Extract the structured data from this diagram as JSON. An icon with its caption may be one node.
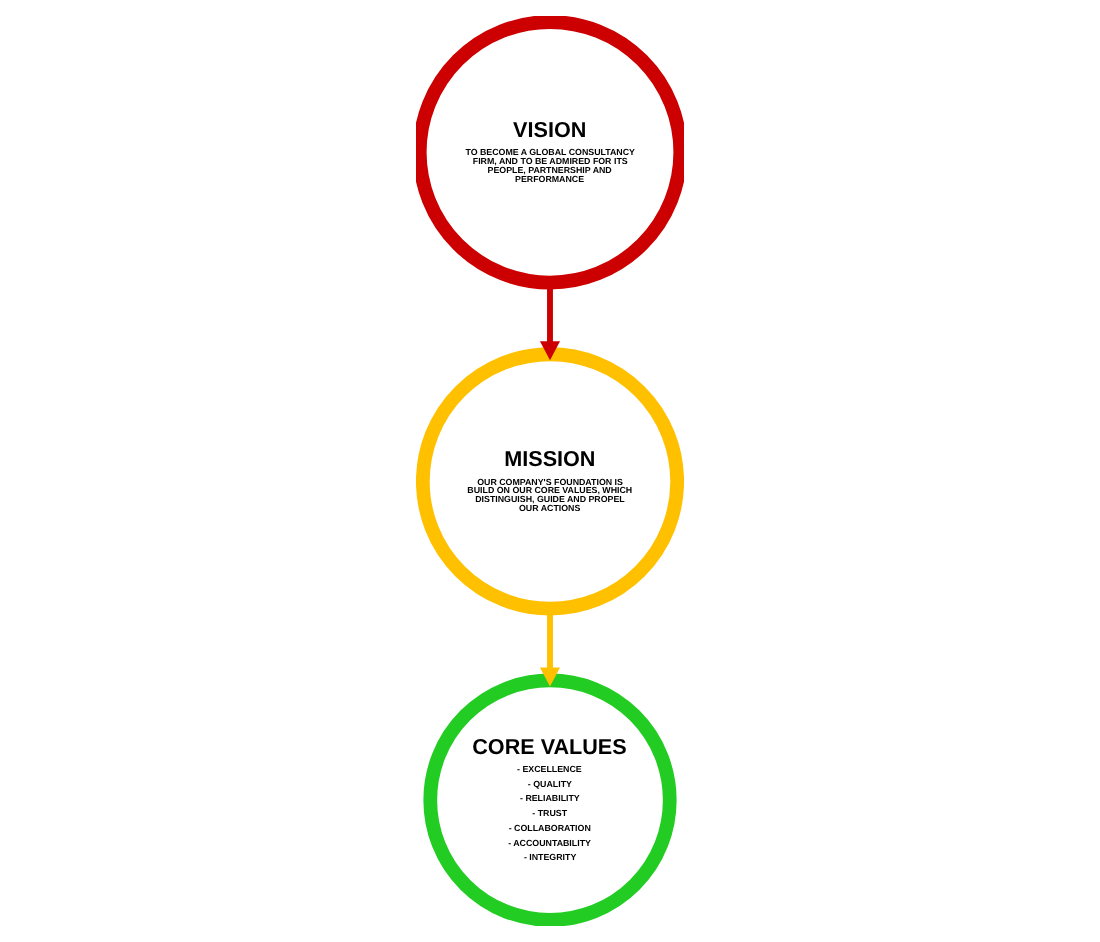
{
  "diagram": {
    "nodes": [
      {
        "text": [
          "VISION",
          "TO BECOME A GLOBAL CONSULTANCY FIRM, AND TO BE ADMIRED FOR ITS PEOPLE, PARTNERSHIP AND PERFORMANCE"
        ]
      },
      {
        "text": [
          "MISSION",
          "OUR COMPANY'S FOUNDATION IS BUILD ON OUR CORE VALUES, WHICH DISTINGUISH, GUIDE AND PROPEL OUR ACTIONS"
        ]
      },
      {
        "text": [
          "CORE VALUES",
          "- EXCELLENCE",
          "- QUALITY",
          "- RELIABILITY",
          "- TRUST",
          "- COLLABORATION",
          "- ACCOUNTABILITY",
          "- INTEGRITY"
        ]
      }
    ],
    "edges": [
      {
        "from": 0,
        "to": 1,
        "arrow": "to",
        "color": "#cc0000"
      },
      {
        "from": 1,
        "to": 2,
        "arrow": "to",
        "color": "#ffc000"
      }
    ]
  }
}
